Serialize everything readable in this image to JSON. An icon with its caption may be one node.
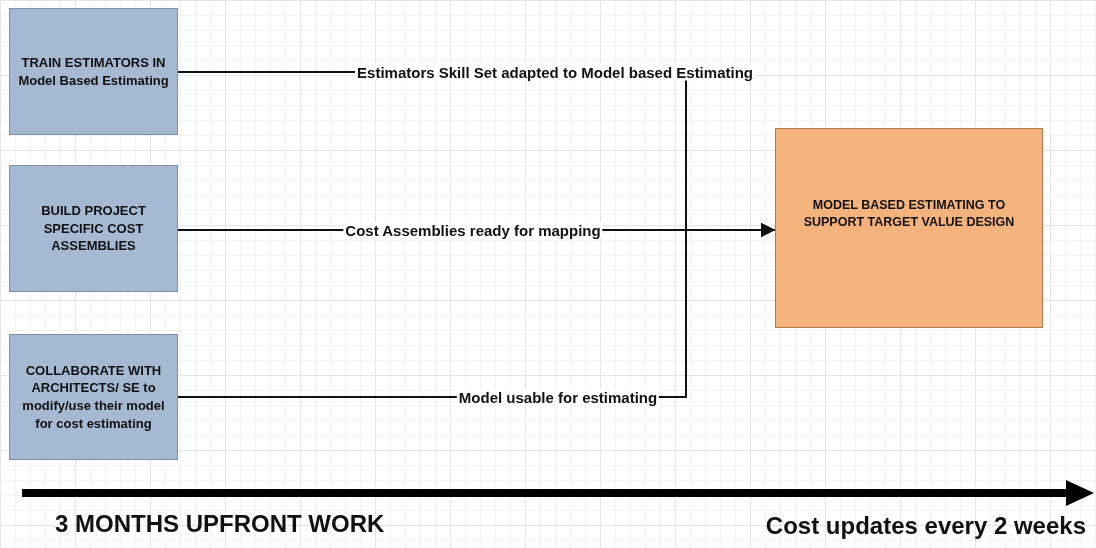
{
  "diagram": {
    "nodes": [
      {
        "text": [
          "TRAIN ESTIMATORS IN Model Based Estimating"
        ]
      },
      {
        "text": [
          "BUILD PROJECT SPECIFIC COST ASSEMBLIES"
        ]
      },
      {
        "text": [
          "COLLABORATE WITH ARCHITECTS/ SE to modify/use their model for cost estimating"
        ]
      },
      {
        "text": [
          "MODEL BASED ESTIMATING TO SUPPORT TARGET VALUE DESIGN"
        ]
      }
    ],
    "edges": [
      {
        "from": 0,
        "to": 3,
        "arrow": "to",
        "label": "Estimators Skill Set adapted to Model based Estimating"
      },
      {
        "from": 1,
        "to": 3,
        "arrow": "to",
        "label": "Cost Assemblies ready for mapping"
      },
      {
        "from": 2,
        "to": 3,
        "arrow": "to",
        "label": "Model usable for estimating"
      }
    ],
    "labels": [
      "3 MONTHS UPFRONT WORK",
      "Cost updates every 2 weeks"
    ]
  }
}
